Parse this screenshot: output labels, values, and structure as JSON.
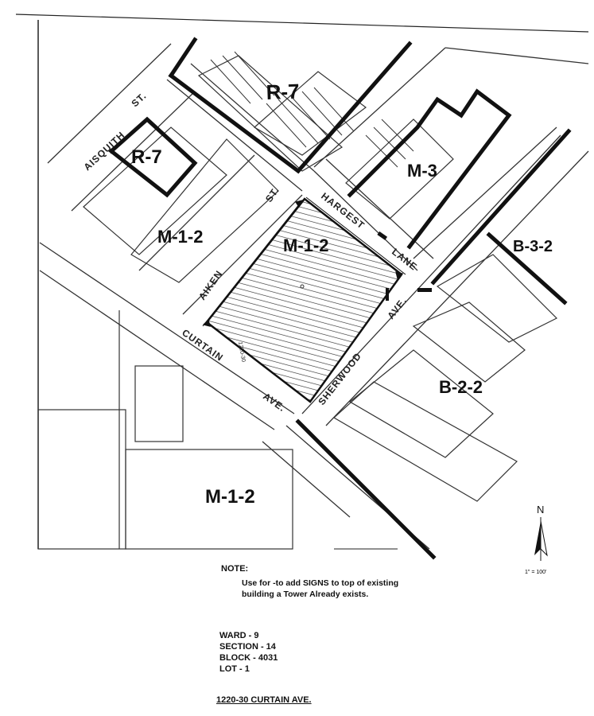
{
  "zones": {
    "r7_top": "R-7",
    "r7_left": "R-7",
    "m3": "M-3",
    "m12_left": "M-1-2",
    "m12_site": "M-1-2",
    "b32": "B-3-2",
    "b22": "B-2-2",
    "m12_bottom": "M-1-2"
  },
  "streets": {
    "aisquith": "AISQUITH",
    "aisquith_st": "ST.",
    "aiken": "AIKEN",
    "aiken_st": "ST.",
    "hargest": "HARGEST",
    "lane": "LANE",
    "curtain": "CURTAIN",
    "curtain_ave": "AVE.",
    "sherwood": "SHERWOOD",
    "sherwood_ave": "AVE."
  },
  "site_labels": {
    "dimension": "1220-30"
  },
  "north_arrow": {
    "letter": "N",
    "scale": "1\" = 100'"
  },
  "note": {
    "title": "NOTE:",
    "body": "Use for -to add SIGNS to top of existing building a Tower Already exists."
  },
  "lot_info": {
    "ward": "WARD - 9",
    "section": "SECTION - 14",
    "block": "BLOCK - 4031",
    "lot": "LOT - 1"
  },
  "address": "1220-30 CURTAIN AVE."
}
